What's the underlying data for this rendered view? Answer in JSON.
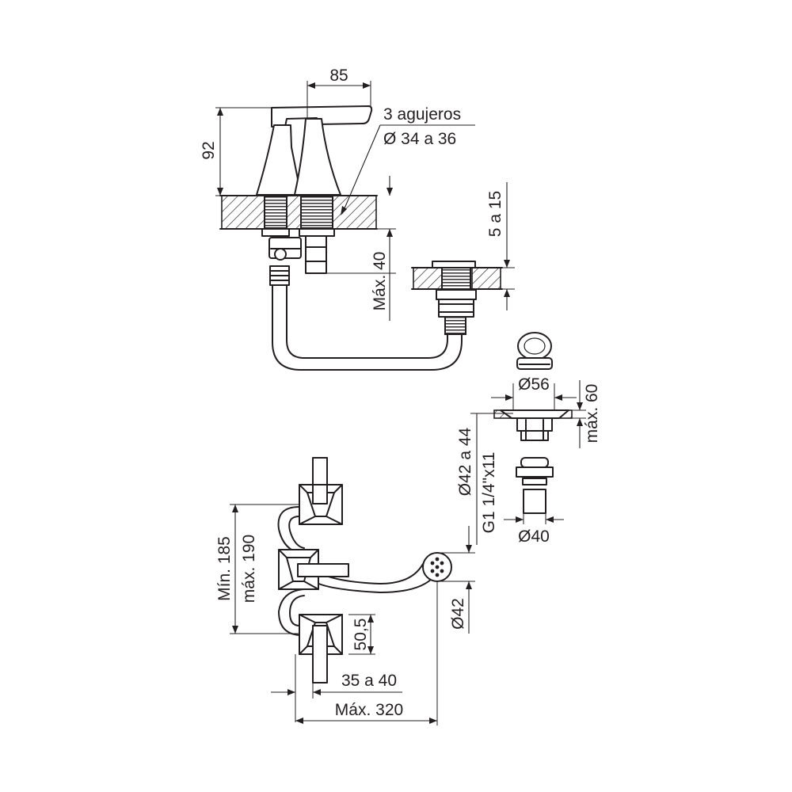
{
  "dimensions": {
    "width_85": "85",
    "holes_line1": "3 agujeros",
    "holes_line2": "Ø 34 a 36",
    "height_92": "92",
    "deck_5_15": "5 a 15",
    "max_40": "Máx. 40",
    "dia_56": "Ø56",
    "max_60": "máx. 60",
    "dia_42_44": "Ø42 a 44",
    "thread_g1": "G1 1/4\"x11",
    "dia_40": "Ø40",
    "min_185": "Mín. 185",
    "max_190": "máx. 190",
    "spout_50_5": "50,5",
    "dia_42": "Ø42",
    "handle_35_40": "35 a 40",
    "max_320": "Máx. 320"
  },
  "colors": {
    "line": "#231f20",
    "background": "#ffffff"
  }
}
